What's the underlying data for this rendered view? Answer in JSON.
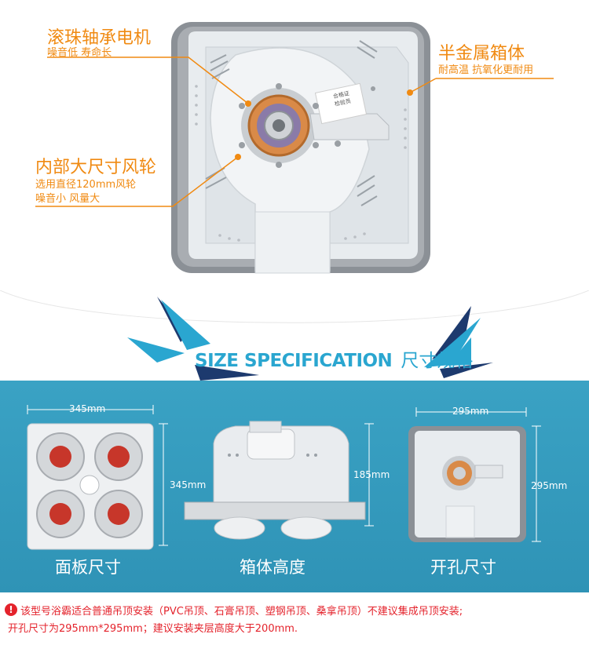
{
  "callouts": {
    "motor": {
      "title": "滚珠轴承电机",
      "sub": "噪音低 寿命长"
    },
    "box": {
      "title": "半金属箱体",
      "sub": "耐高温 抗氧化更耐用"
    },
    "fan": {
      "title": "内部大尺寸风轮",
      "sub1": "选用直径120mm风轮",
      "sub2": "噪音小 风量大"
    }
  },
  "product_label": {
    "line1": "合格证",
    "line2": "检验员"
  },
  "size_section": {
    "title_en": "SIZE SPECIFICATION",
    "title_cn": "尺寸规格"
  },
  "specs": {
    "panel": {
      "width": "345mm",
      "height": "345mm",
      "label": "面板尺寸"
    },
    "box": {
      "height": "185mm",
      "label": "箱体高度"
    },
    "hole": {
      "width": "295mm",
      "height": "295mm",
      "label": "开孔尺寸"
    }
  },
  "notice": {
    "icon": "!",
    "line1": "该型号浴霸适合普通吊顶安装（PVC吊顶、石膏吊顶、塑钢吊顶、桑拿吊顶）不建议集成吊顶安装;",
    "line2": "开孔尺寸为295mm*295mm；建议安装夹层高度大于200mm."
  },
  "colors": {
    "accent_orange": "#f08a12",
    "spec_blue": "#3aa2c4",
    "warning_red": "#e4232c"
  }
}
